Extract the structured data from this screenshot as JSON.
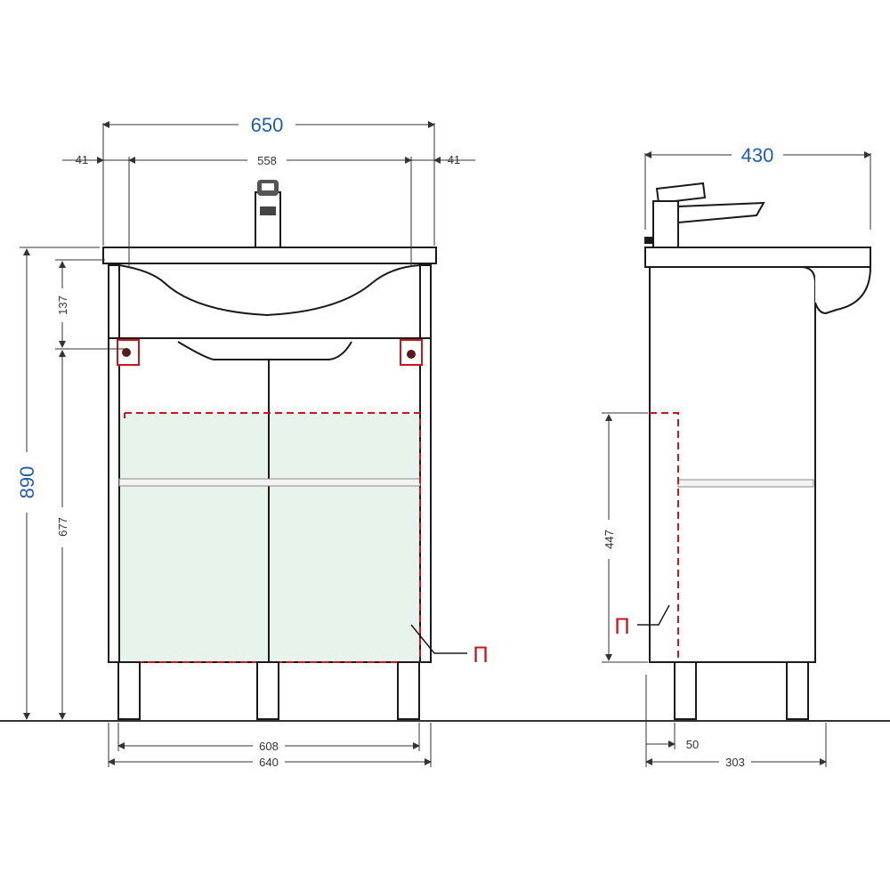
{
  "front_view": {
    "overall_width": "650",
    "left_margin": "41",
    "inner_width": "558",
    "right_margin": "41",
    "total_height": "890",
    "basin_depth": "137",
    "mount_height": "677",
    "inner_legs_width": "608",
    "outer_legs_width": "640",
    "zone_marker": "П"
  },
  "side_view": {
    "overall_depth": "430",
    "zone_height": "447",
    "wall_offset": "50",
    "cabinet_depth": "303",
    "zone_marker": "П"
  },
  "colors": {
    "big_dimension": "#1f5ea8",
    "zone_outline": "#c8181e",
    "zone_fill": "#e8f3ec",
    "mount_bracket": "#c8181e"
  }
}
